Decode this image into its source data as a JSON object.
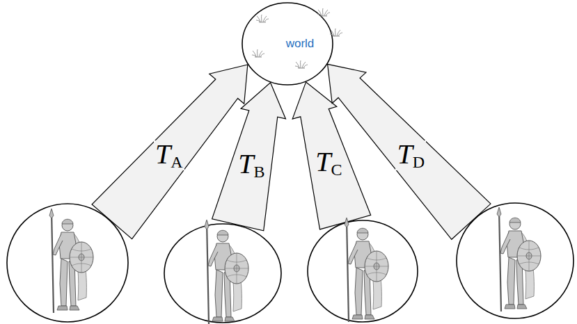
{
  "diagram": {
    "nodes": [
      {
        "text": [
          "world"
        ]
      },
      {
        "text": []
      },
      {
        "text": []
      },
      {
        "text": []
      },
      {
        "text": []
      }
    ],
    "edges": [
      {
        "from": 1,
        "to": 0,
        "arrow": "to",
        "label": "TA"
      },
      {
        "from": 2,
        "to": 0,
        "arrow": "to",
        "label": "TB"
      },
      {
        "from": 3,
        "to": 0,
        "arrow": "to",
        "label": "TC"
      },
      {
        "from": 4,
        "to": 0,
        "arrow": "to",
        "label": "TD"
      }
    ]
  }
}
